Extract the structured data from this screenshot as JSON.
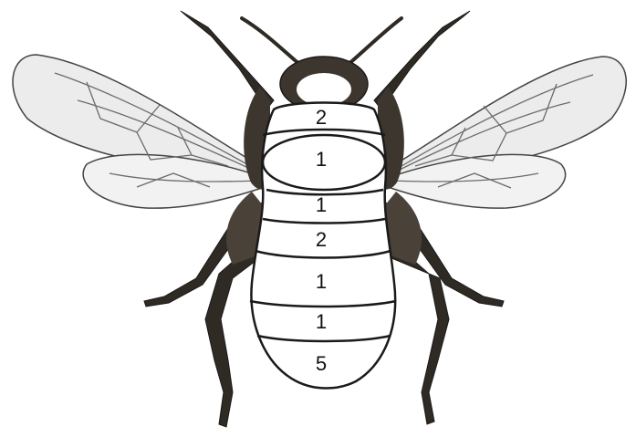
{
  "diagram": {
    "subject": "bee-body-segments",
    "colors": {
      "outline": "#1a1a1a",
      "fur_dark": "#2f2a24",
      "fur_mid": "#5a5147",
      "wing_fill": "#ececec",
      "wing_vein": "#6b6b6b",
      "background": "#ffffff"
    },
    "segments": [
      {
        "id": "seg-top",
        "label": "2"
      },
      {
        "id": "seg-thorax",
        "label": "1"
      },
      {
        "id": "seg-waist",
        "label": "1"
      },
      {
        "id": "seg-a1",
        "label": "2"
      },
      {
        "id": "seg-a2",
        "label": "1"
      },
      {
        "id": "seg-a3",
        "label": "1"
      },
      {
        "id": "seg-tip",
        "label": "5"
      }
    ]
  }
}
